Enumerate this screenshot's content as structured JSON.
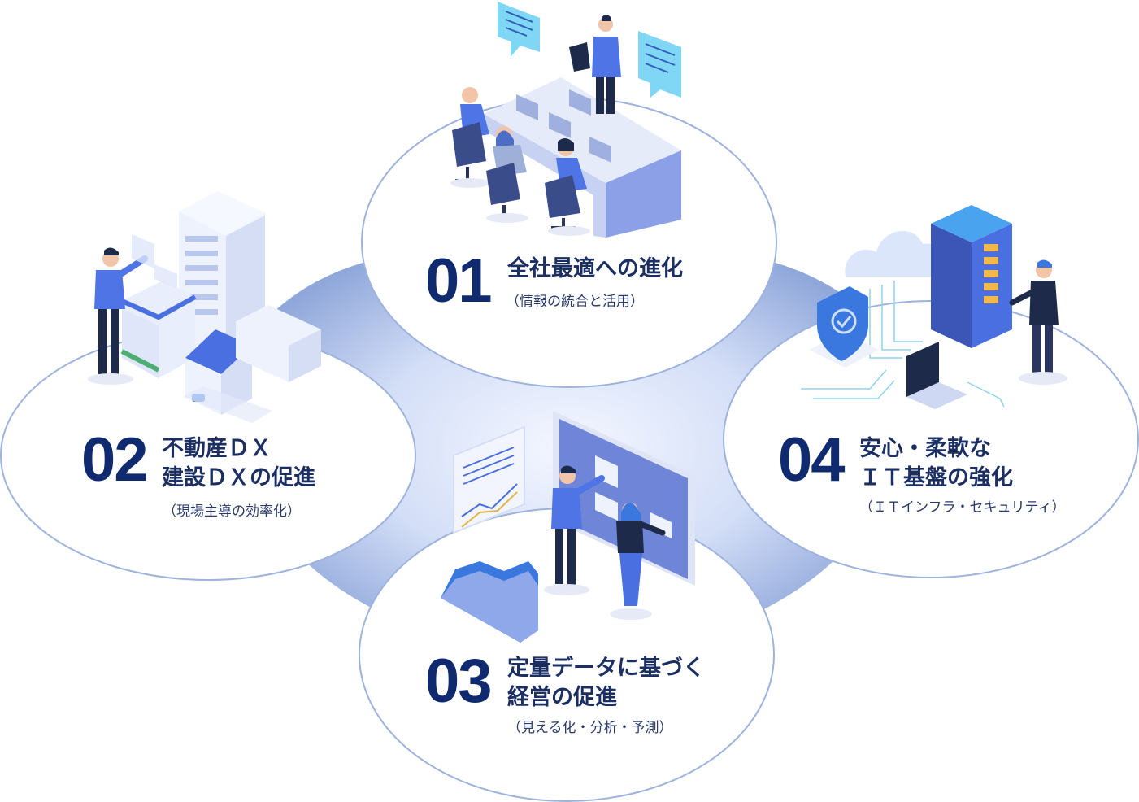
{
  "items": [
    {
      "number": "01",
      "title_lines": [
        "全社最適への進化"
      ],
      "subtitle": "（情報の統合と活用）"
    },
    {
      "number": "02",
      "title_lines": [
        "不動産ＤＸ",
        "建設ＤＸの促進"
      ],
      "subtitle": "（現場主導の効率化）"
    },
    {
      "number": "03",
      "title_lines": [
        "定量データに基づく",
        "経営の促進"
      ],
      "subtitle": "（見える化・分析・予測）"
    },
    {
      "number": "04",
      "title_lines": [
        "安心・柔軟な",
        "ＩＴ基盤の強化"
      ],
      "subtitle": "（ＩＴインフラ・セキュリティ）"
    }
  ],
  "colors": {
    "text": "#0f2a6e",
    "ellipse_stroke": "#9db3dd",
    "hub": "#a9bde6",
    "accent": "#4a6fe0"
  }
}
